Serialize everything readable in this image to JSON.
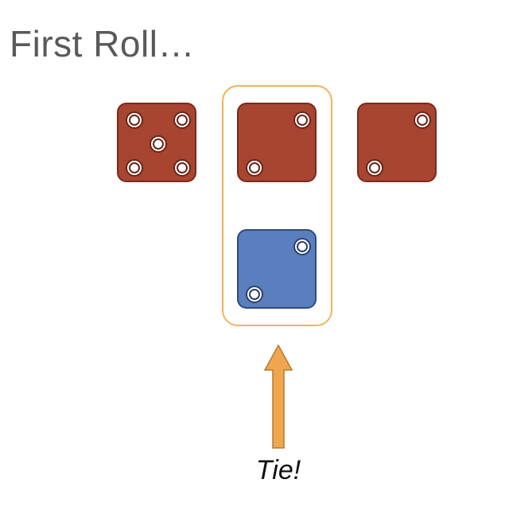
{
  "title": "First Roll…",
  "caption": "Tie!",
  "colors": {
    "red_die": "#a84530",
    "blue_die": "#5a7fbe",
    "highlight": "#f0b35c",
    "arrow": "#f0a64e"
  },
  "dice": [
    {
      "color": "red",
      "value": 5
    },
    {
      "color": "red",
      "value": 2
    },
    {
      "color": "red",
      "value": 2
    },
    {
      "color": "blue",
      "value": 2
    }
  ],
  "highlighted_dice": [
    1,
    3
  ]
}
